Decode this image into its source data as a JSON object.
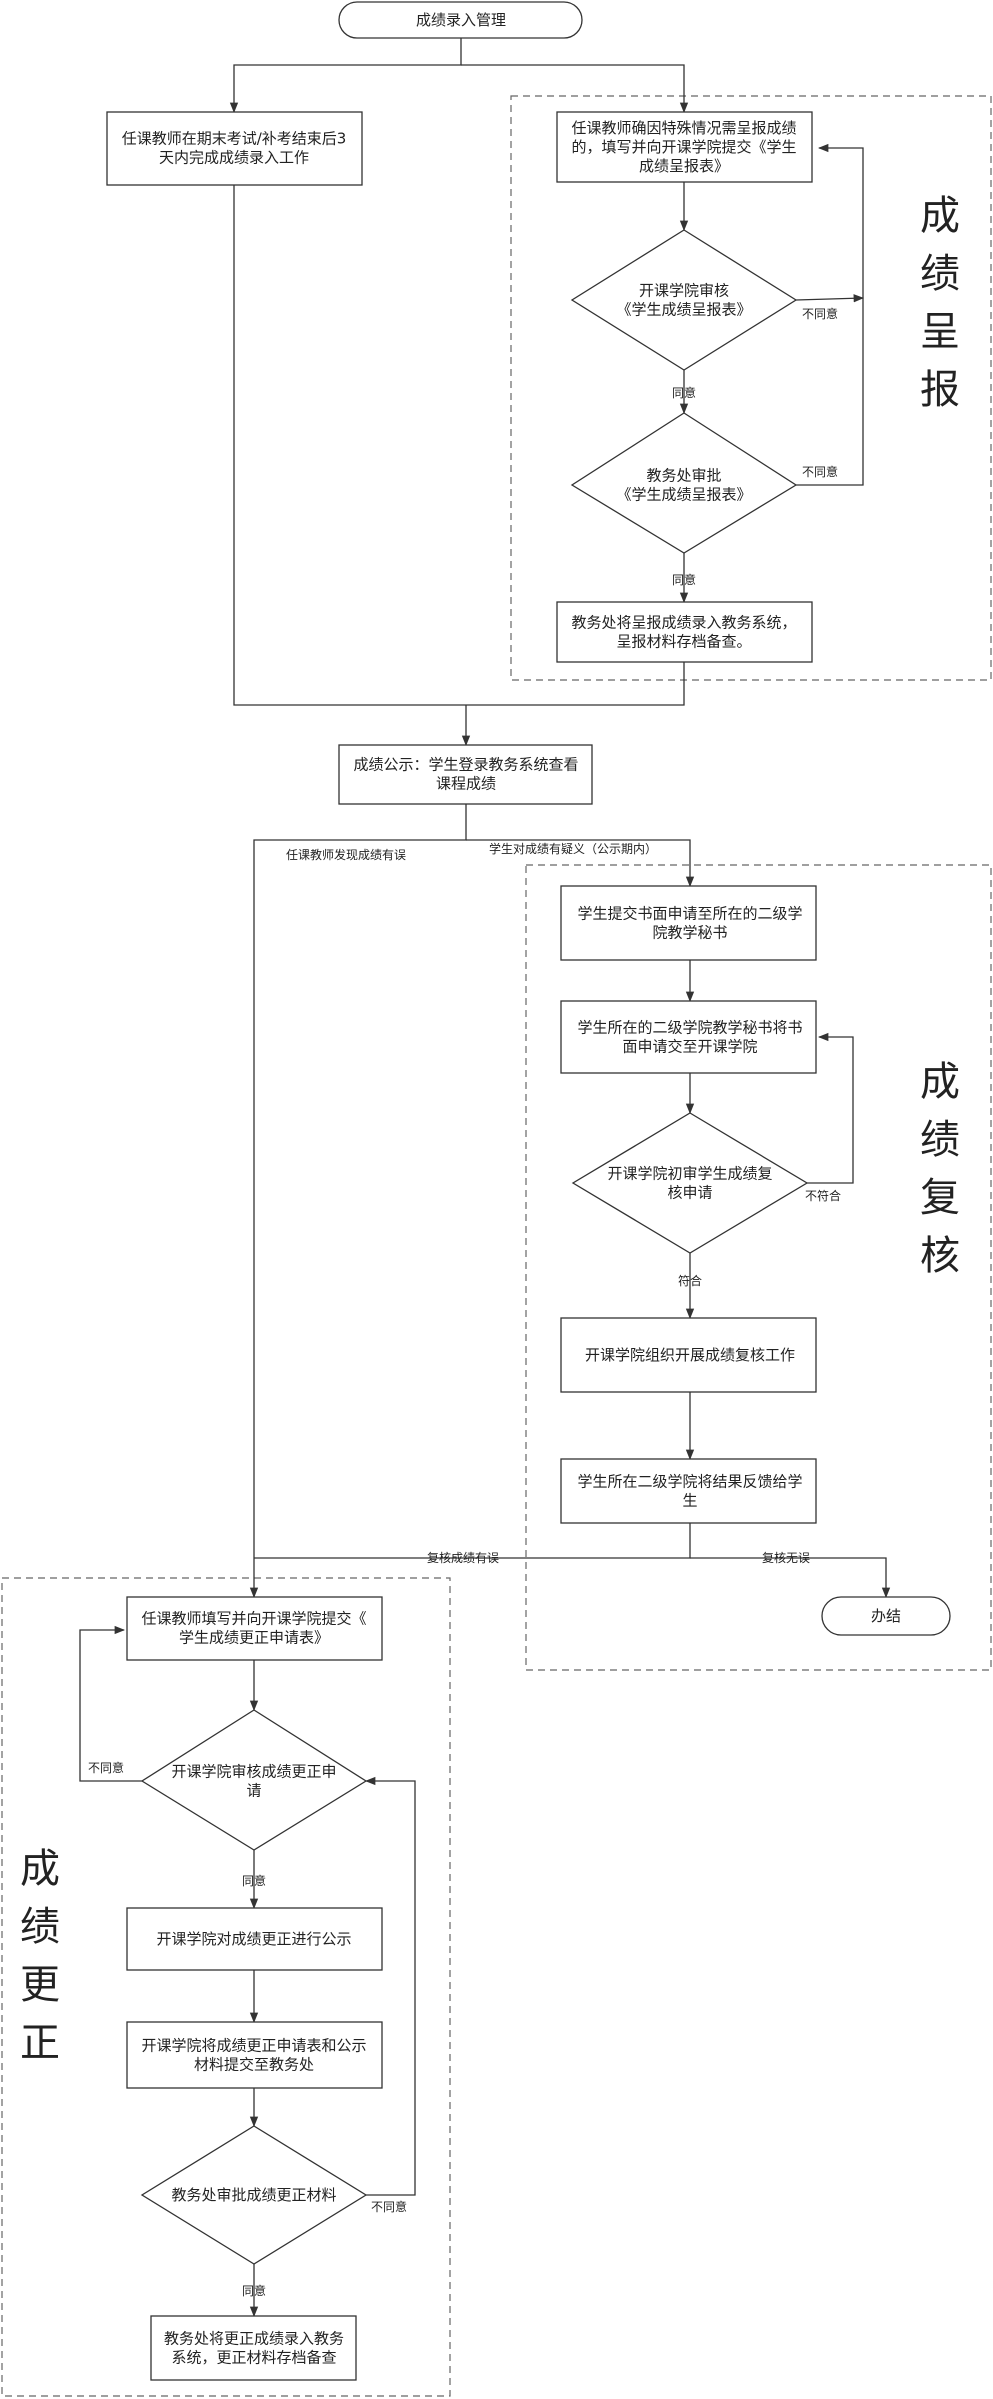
{
  "nodes": {
    "start": {
      "lines": [
        "成绩录入管理"
      ]
    },
    "teacher_entry": {
      "lines": [
        "任课教师在期末考试/补考结束后3",
        "天内完成成绩录入工作"
      ]
    },
    "special_report": {
      "lines": [
        "任课教师确因特殊情况需呈报成绩",
        "的，填写并向开课学院提交《学生",
        "成绩呈报表》"
      ]
    },
    "college_review_report": {
      "lines": [
        "开课学院审核",
        "《学生成绩呈报表》"
      ]
    },
    "office_approve_report": {
      "lines": [
        "教务处审批",
        "《学生成绩呈报表》"
      ]
    },
    "office_enter_report": {
      "lines": [
        "教务处将呈报成绩录入教务系统，",
        "呈报材料存档备查。"
      ]
    },
    "publicize": {
      "lines": [
        "成绩公示：学生登录教务系统查看",
        "课程成绩"
      ]
    },
    "student_apply": {
      "lines": [
        "学生提交书面申请至所在的二级学",
        "院教学秘书"
      ]
    },
    "secretary_submit": {
      "lines": [
        "学生所在的二级学院教学秘书将书",
        "面申请交至开课学院"
      ]
    },
    "college_prelim": {
      "lines": [
        "开课学院初审学生成绩复",
        "核申请"
      ]
    },
    "college_recheck": {
      "lines": [
        "开课学院组织开展成绩复核工作"
      ]
    },
    "feedback": {
      "lines": [
        "学生所在二级学院将结果反馈给学",
        "生"
      ]
    },
    "done": {
      "lines": [
        "办结"
      ]
    },
    "correction_form": {
      "lines": [
        "任课教师填写并向开课学院提交《",
        "学生成绩更正申请表》"
      ]
    },
    "college_review_correction": {
      "lines": [
        "开课学院审核成绩更正申",
        "请"
      ]
    },
    "publicize_correction": {
      "lines": [
        "开课学院对成绩更正进行公示"
      ]
    },
    "submit_to_office": {
      "lines": [
        "开课学院将成绩更正申请表和公示",
        "材料提交至教务处"
      ]
    },
    "office_approve_correction": {
      "lines": [
        "教务处审批成绩更正材料"
      ]
    },
    "office_enter_correction": {
      "lines": [
        "教务处将更正成绩录入教务",
        "系统，更正材料存档备查"
      ]
    }
  },
  "edge_labels": {
    "disagree_1": "不同意",
    "agree_1": "同意",
    "disagree_2": "不同意",
    "agree_2": "同意",
    "teacher_error": "任课教师发现成绩有误",
    "student_doubt": "学生对成绩有疑义（公示期内）",
    "not_conform": "不符合",
    "conform": "符合",
    "recheck_error": "复核成绩有误",
    "recheck_ok": "复核无误",
    "disagree_3": "不同意",
    "agree_3": "同意",
    "disagree_4": "不同意",
    "agree_4": "同意"
  },
  "sections": {
    "report": {
      "chars": [
        "成",
        "绩",
        "呈",
        "报"
      ]
    },
    "recheck": {
      "chars": [
        "成",
        "绩",
        "复",
        "核"
      ]
    },
    "correction": {
      "chars": [
        "成",
        "绩",
        "更",
        "正"
      ]
    }
  }
}
